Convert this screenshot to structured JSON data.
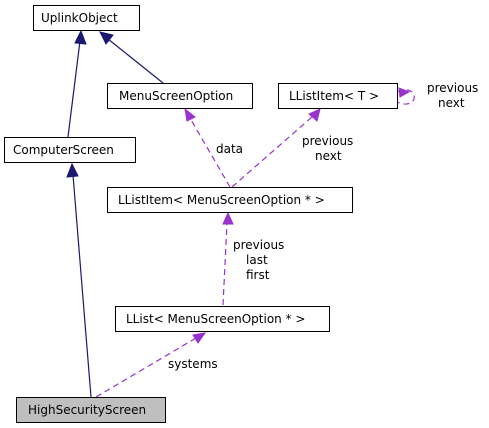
{
  "diagram": {
    "nodes": {
      "uplink_object": "UplinkObject",
      "menu_screen_option": "MenuScreenOption",
      "llist_item_t": "LListItem< T >",
      "computer_screen": "ComputerScreen",
      "llist_item_mso": "LListItem< MenuScreenOption * >",
      "llist_mso": "LList< MenuScreenOption * >",
      "high_security_screen": "HighSecurityScreen"
    },
    "edge_labels": {
      "self_previous": "previous",
      "self_next": "next",
      "data": "data",
      "item_previous": "previous",
      "item_next": "next",
      "list_previous": "previous",
      "list_last": "last",
      "list_first": "first",
      "systems": "systems"
    }
  }
}
